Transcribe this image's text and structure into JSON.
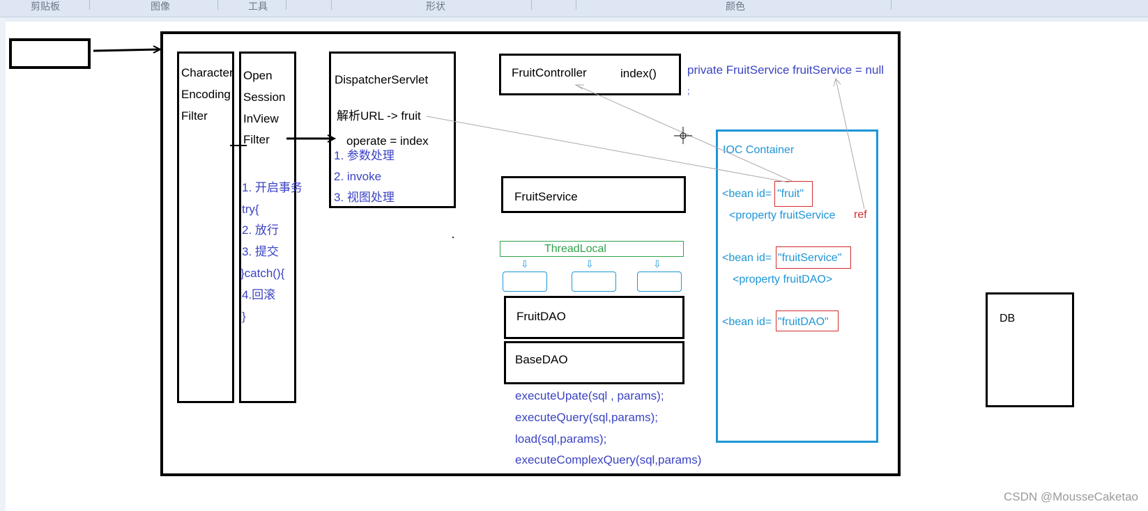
{
  "ribbon": {
    "groups": [
      "剪贴板",
      "图像",
      "工具",
      "形状",
      "颜色"
    ]
  },
  "filters": {
    "encoding": [
      "Character",
      "Encoding",
      "Filter"
    ],
    "osiv": [
      "Open",
      "Session",
      "InView",
      "Filter"
    ],
    "osiv_steps": [
      "1. 开启事务",
      "try{",
      "2. 放行",
      "3. 提交",
      "}catch(){",
      "4.回滚",
      "}"
    ]
  },
  "dispatcher": {
    "title": "DispatcherServlet",
    "parse": "解析URL -> fruit",
    "operate": "operate = index",
    "steps": [
      "1. 参数处理",
      "2. invoke",
      "3. 视图处理"
    ]
  },
  "controller": {
    "name": "FruitController",
    "method": "index()",
    "field": "private FruitService fruitService = null",
    "semicolon": ";"
  },
  "service": {
    "name": "FruitService"
  },
  "threadlocal": {
    "label": "ThreadLocal"
  },
  "dao": {
    "fruit_dao": "FruitDAO",
    "base_dao": "BaseDAO",
    "methods": [
      "executeUpate(sql , params);",
      "executeQuery(sql,params);",
      "load(sql,params);",
      "executeComplexQuery(sql,params)"
    ]
  },
  "ioc": {
    "title": "IOC Container",
    "bean_prefix": "<bean id=",
    "bean1_id": "\"fruit\"",
    "prop1": "<property fruitService",
    "ref": "ref",
    "bean2_id": "\"fruitService\"",
    "prop2": "<property fruitDAO>",
    "bean3_id": "\"fruitDAO\""
  },
  "db": {
    "label": "DB"
  },
  "watermark": "CSDN @MousseCaketao",
  "colors": {
    "text_blue": "#3a43c3",
    "ioc_cyan": "#1e95d6",
    "threadlocal_green": "#2ea24a",
    "highlight_red": "#d42a2a"
  }
}
